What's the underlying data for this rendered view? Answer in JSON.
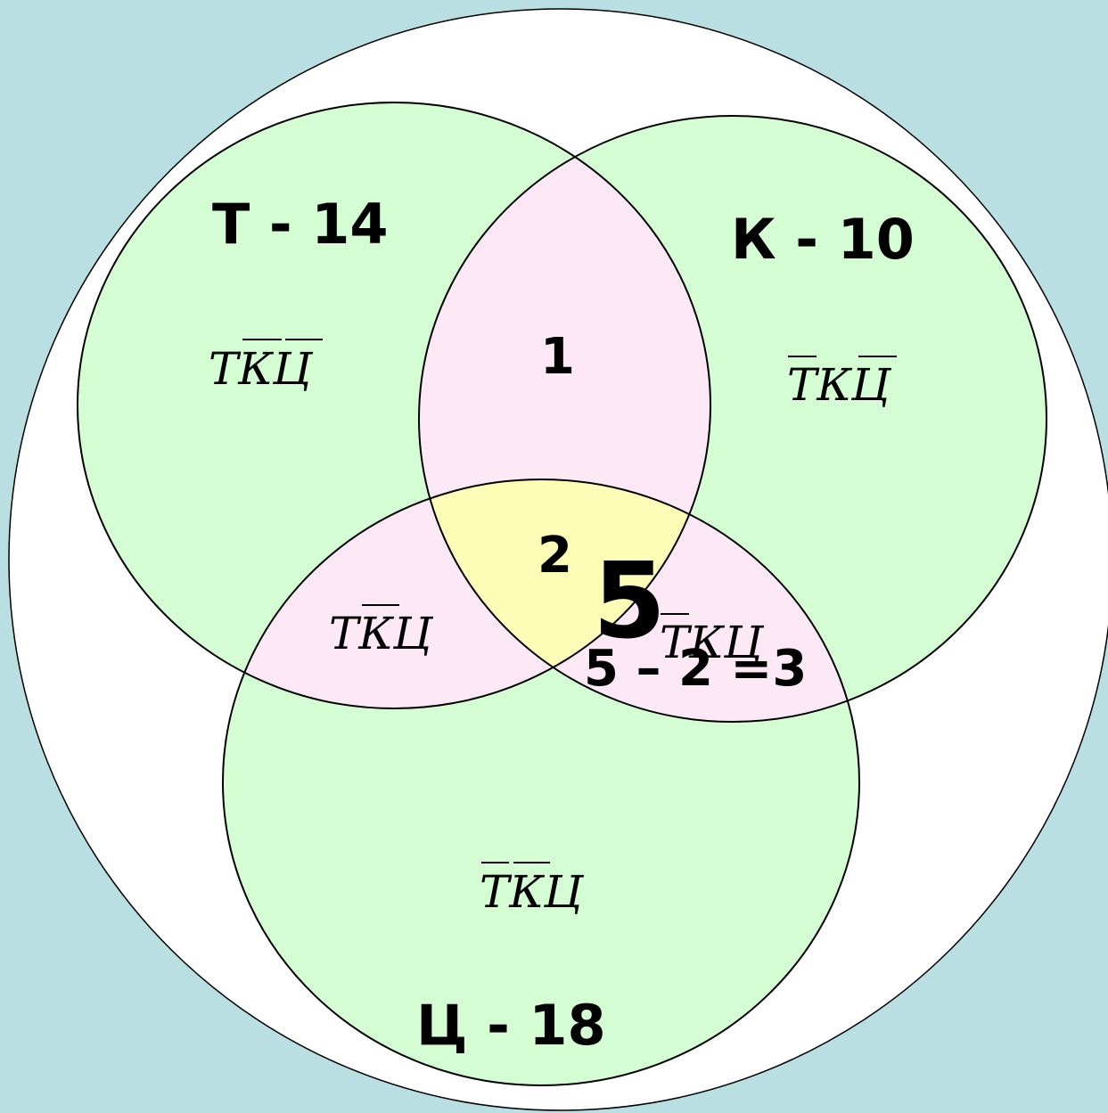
{
  "sets": {
    "t": {
      "label": "Т - 14"
    },
    "k": {
      "label": "К - 10"
    },
    "c": {
      "label": "Ц - 18"
    }
  },
  "regions": {
    "t_and_k": "1",
    "t_k_c": "2",
    "big_five": "5",
    "equation": "5 – 2 =3"
  },
  "formulas": {
    "t_only": "ТКЦ",
    "k_only": "ТКЦ",
    "t_and_c": "ТКЦ",
    "k_and_c": "ТКЦ",
    "c_only": "ТКЦ"
  },
  "colors": {
    "background": "#b9dfe2",
    "universe": "#ffffff",
    "single": "#d4fdd4",
    "pair": "#fde9f5",
    "triple": "#fdfdb8"
  }
}
